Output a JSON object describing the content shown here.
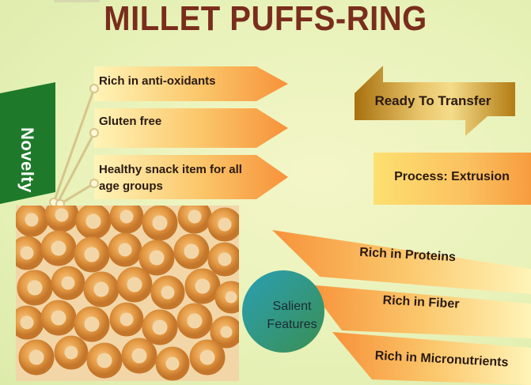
{
  "title": "MILLET PUFFS-RING",
  "novelty": {
    "label": "Novelty"
  },
  "novelty_points": [
    {
      "text_lines": [
        "Rich in anti-oxidants"
      ]
    },
    {
      "text_lines": [
        "Gluten free"
      ]
    },
    {
      "text_lines": [
        "Healthy snack item for all",
        "age groups"
      ]
    }
  ],
  "ready_to_transfer": {
    "label": "Ready To Transfer"
  },
  "process": {
    "label": "Process: Extrusion"
  },
  "salient": {
    "line1": "Salient",
    "line2": "Features"
  },
  "salient_features": [
    {
      "label": "Rich in Proteins"
    },
    {
      "label": "Rich in Fiber"
    },
    {
      "label": "Rich in Micronutrients"
    }
  ],
  "image": {
    "description_icon": "millet-puff-rings-image"
  },
  "colors": {
    "title": "#7a2d1c",
    "novelty_green": "#1e7a2a",
    "arrow_light": "#fff2b0",
    "arrow_dark": "#f79a3a",
    "ready_brown": "#b07a12",
    "salient_teal": "#1a8fa0",
    "puff_orange": "#e69a44"
  }
}
